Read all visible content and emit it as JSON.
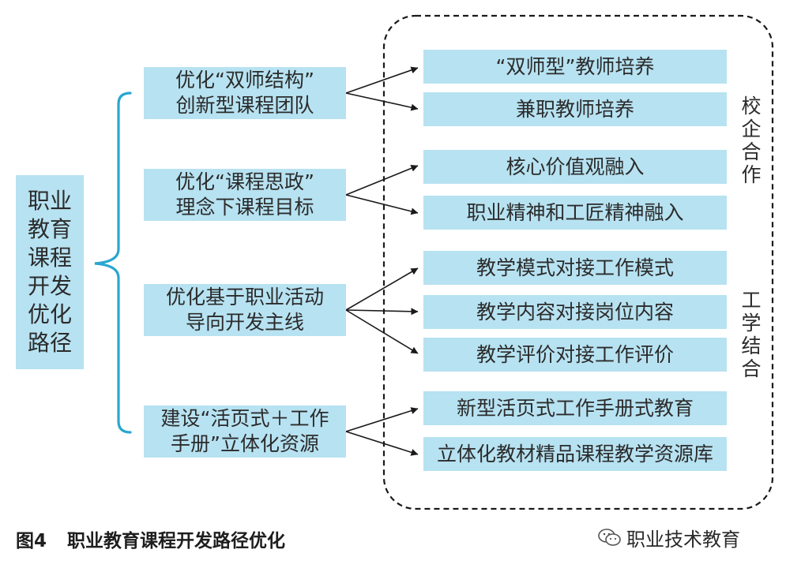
{
  "root": {
    "chars": [
      "职业",
      "教育",
      "课程",
      "开发",
      "优化",
      "路径"
    ]
  },
  "branches": [
    {
      "lines": [
        "优化“双师结构”",
        "创新型课程团队"
      ]
    },
    {
      "lines": [
        "优化“课程思政”",
        "理念下课程目标"
      ]
    },
    {
      "lines": [
        "优化基于职业活动",
        "导向开发主线"
      ]
    },
    {
      "lines": [
        "建设“活页式＋工作",
        "手册”立体化资源"
      ]
    }
  ],
  "leaves": [
    "“双师型”教师培养",
    "兼职教师培养",
    "核心价值观融入",
    "职业精神和工匠精神融入",
    "教学模式对接工作模式",
    "教学内容对接岗位内容",
    "教学评价对接工作评价",
    "新型活页式工作手册式教育",
    "立体化教材精品课程教学资源库"
  ],
  "groups": [
    {
      "label": [
        "校",
        "企",
        "合",
        "作"
      ]
    },
    {
      "label": [
        "工",
        "学",
        "结",
        "合"
      ]
    }
  ],
  "caption": {
    "figure": "图4",
    "title": "职业教育课程开发路径优化"
  },
  "watermark": {
    "text": "职业技术教育",
    "icon": "wechat-icon"
  },
  "colors": {
    "box_fill": "#b7e2f1",
    "brace": "#2aa6d1",
    "arrow": "#1a1a1a",
    "dashed_border": "#1a1a1a"
  }
}
